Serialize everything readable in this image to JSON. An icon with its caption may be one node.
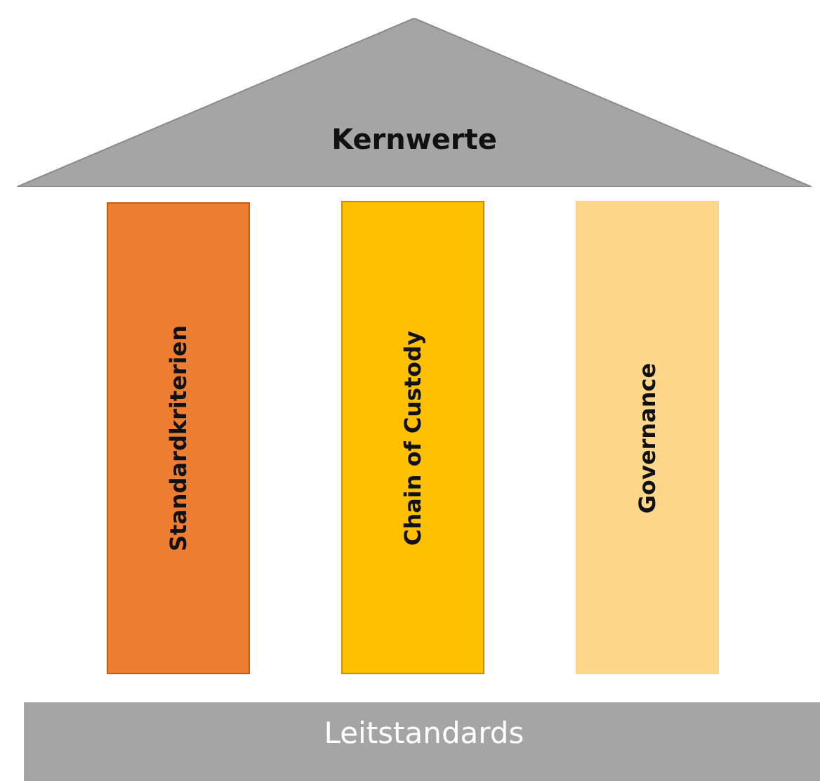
{
  "diagram": {
    "nodes": [
      {
        "text": [
          "Kernwerte"
        ]
      },
      {
        "text": [
          "Standardkriterien"
        ]
      },
      {
        "text": [
          "Chain of Custody"
        ]
      },
      {
        "text": [
          "Governance"
        ]
      },
      {
        "text": [
          "Leitstandards"
        ]
      }
    ]
  }
}
